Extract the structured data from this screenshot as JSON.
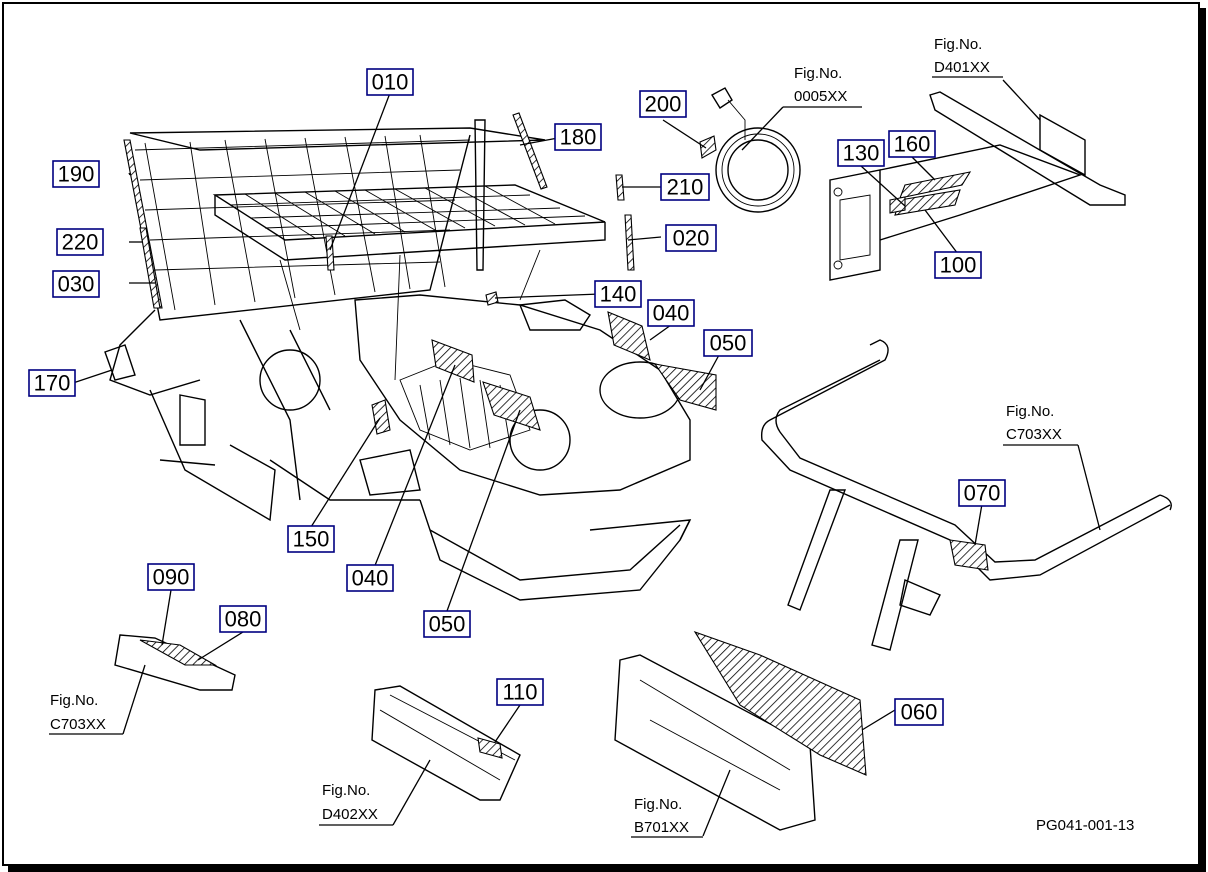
{
  "drawing_id": "PG041-001-13",
  "callouts": [
    {
      "key": "c010",
      "label": "010"
    },
    {
      "key": "c020",
      "label": "020"
    },
    {
      "key": "c030",
      "label": "030"
    },
    {
      "key": "c040a",
      "label": "040"
    },
    {
      "key": "c040b",
      "label": "040"
    },
    {
      "key": "c050a",
      "label": "050"
    },
    {
      "key": "c050b",
      "label": "050"
    },
    {
      "key": "c060",
      "label": "060"
    },
    {
      "key": "c070",
      "label": "070"
    },
    {
      "key": "c080",
      "label": "080"
    },
    {
      "key": "c090",
      "label": "090"
    },
    {
      "key": "c100",
      "label": "100"
    },
    {
      "key": "c110",
      "label": "110"
    },
    {
      "key": "c130",
      "label": "130"
    },
    {
      "key": "c140",
      "label": "140"
    },
    {
      "key": "c150",
      "label": "150"
    },
    {
      "key": "c160",
      "label": "160"
    },
    {
      "key": "c170",
      "label": "170"
    },
    {
      "key": "c180",
      "label": "180"
    },
    {
      "key": "c190",
      "label": "190"
    },
    {
      "key": "c200",
      "label": "200"
    },
    {
      "key": "c210",
      "label": "210"
    },
    {
      "key": "c220",
      "label": "220"
    }
  ],
  "figure_refs": [
    {
      "key": "f_d401",
      "prefix": "Fig.No.",
      "number": "D401XX"
    },
    {
      "key": "f_0005",
      "prefix": "Fig.No.",
      "number": "0005XX"
    },
    {
      "key": "f_c703_right",
      "prefix": "Fig.No.",
      "number": "C703XX"
    },
    {
      "key": "f_c703_left",
      "prefix": "Fig.No.",
      "number": "C703XX"
    },
    {
      "key": "f_d402",
      "prefix": "Fig.No.",
      "number": "D402XX"
    },
    {
      "key": "f_b701",
      "prefix": "Fig.No.",
      "number": "B701XX"
    }
  ]
}
